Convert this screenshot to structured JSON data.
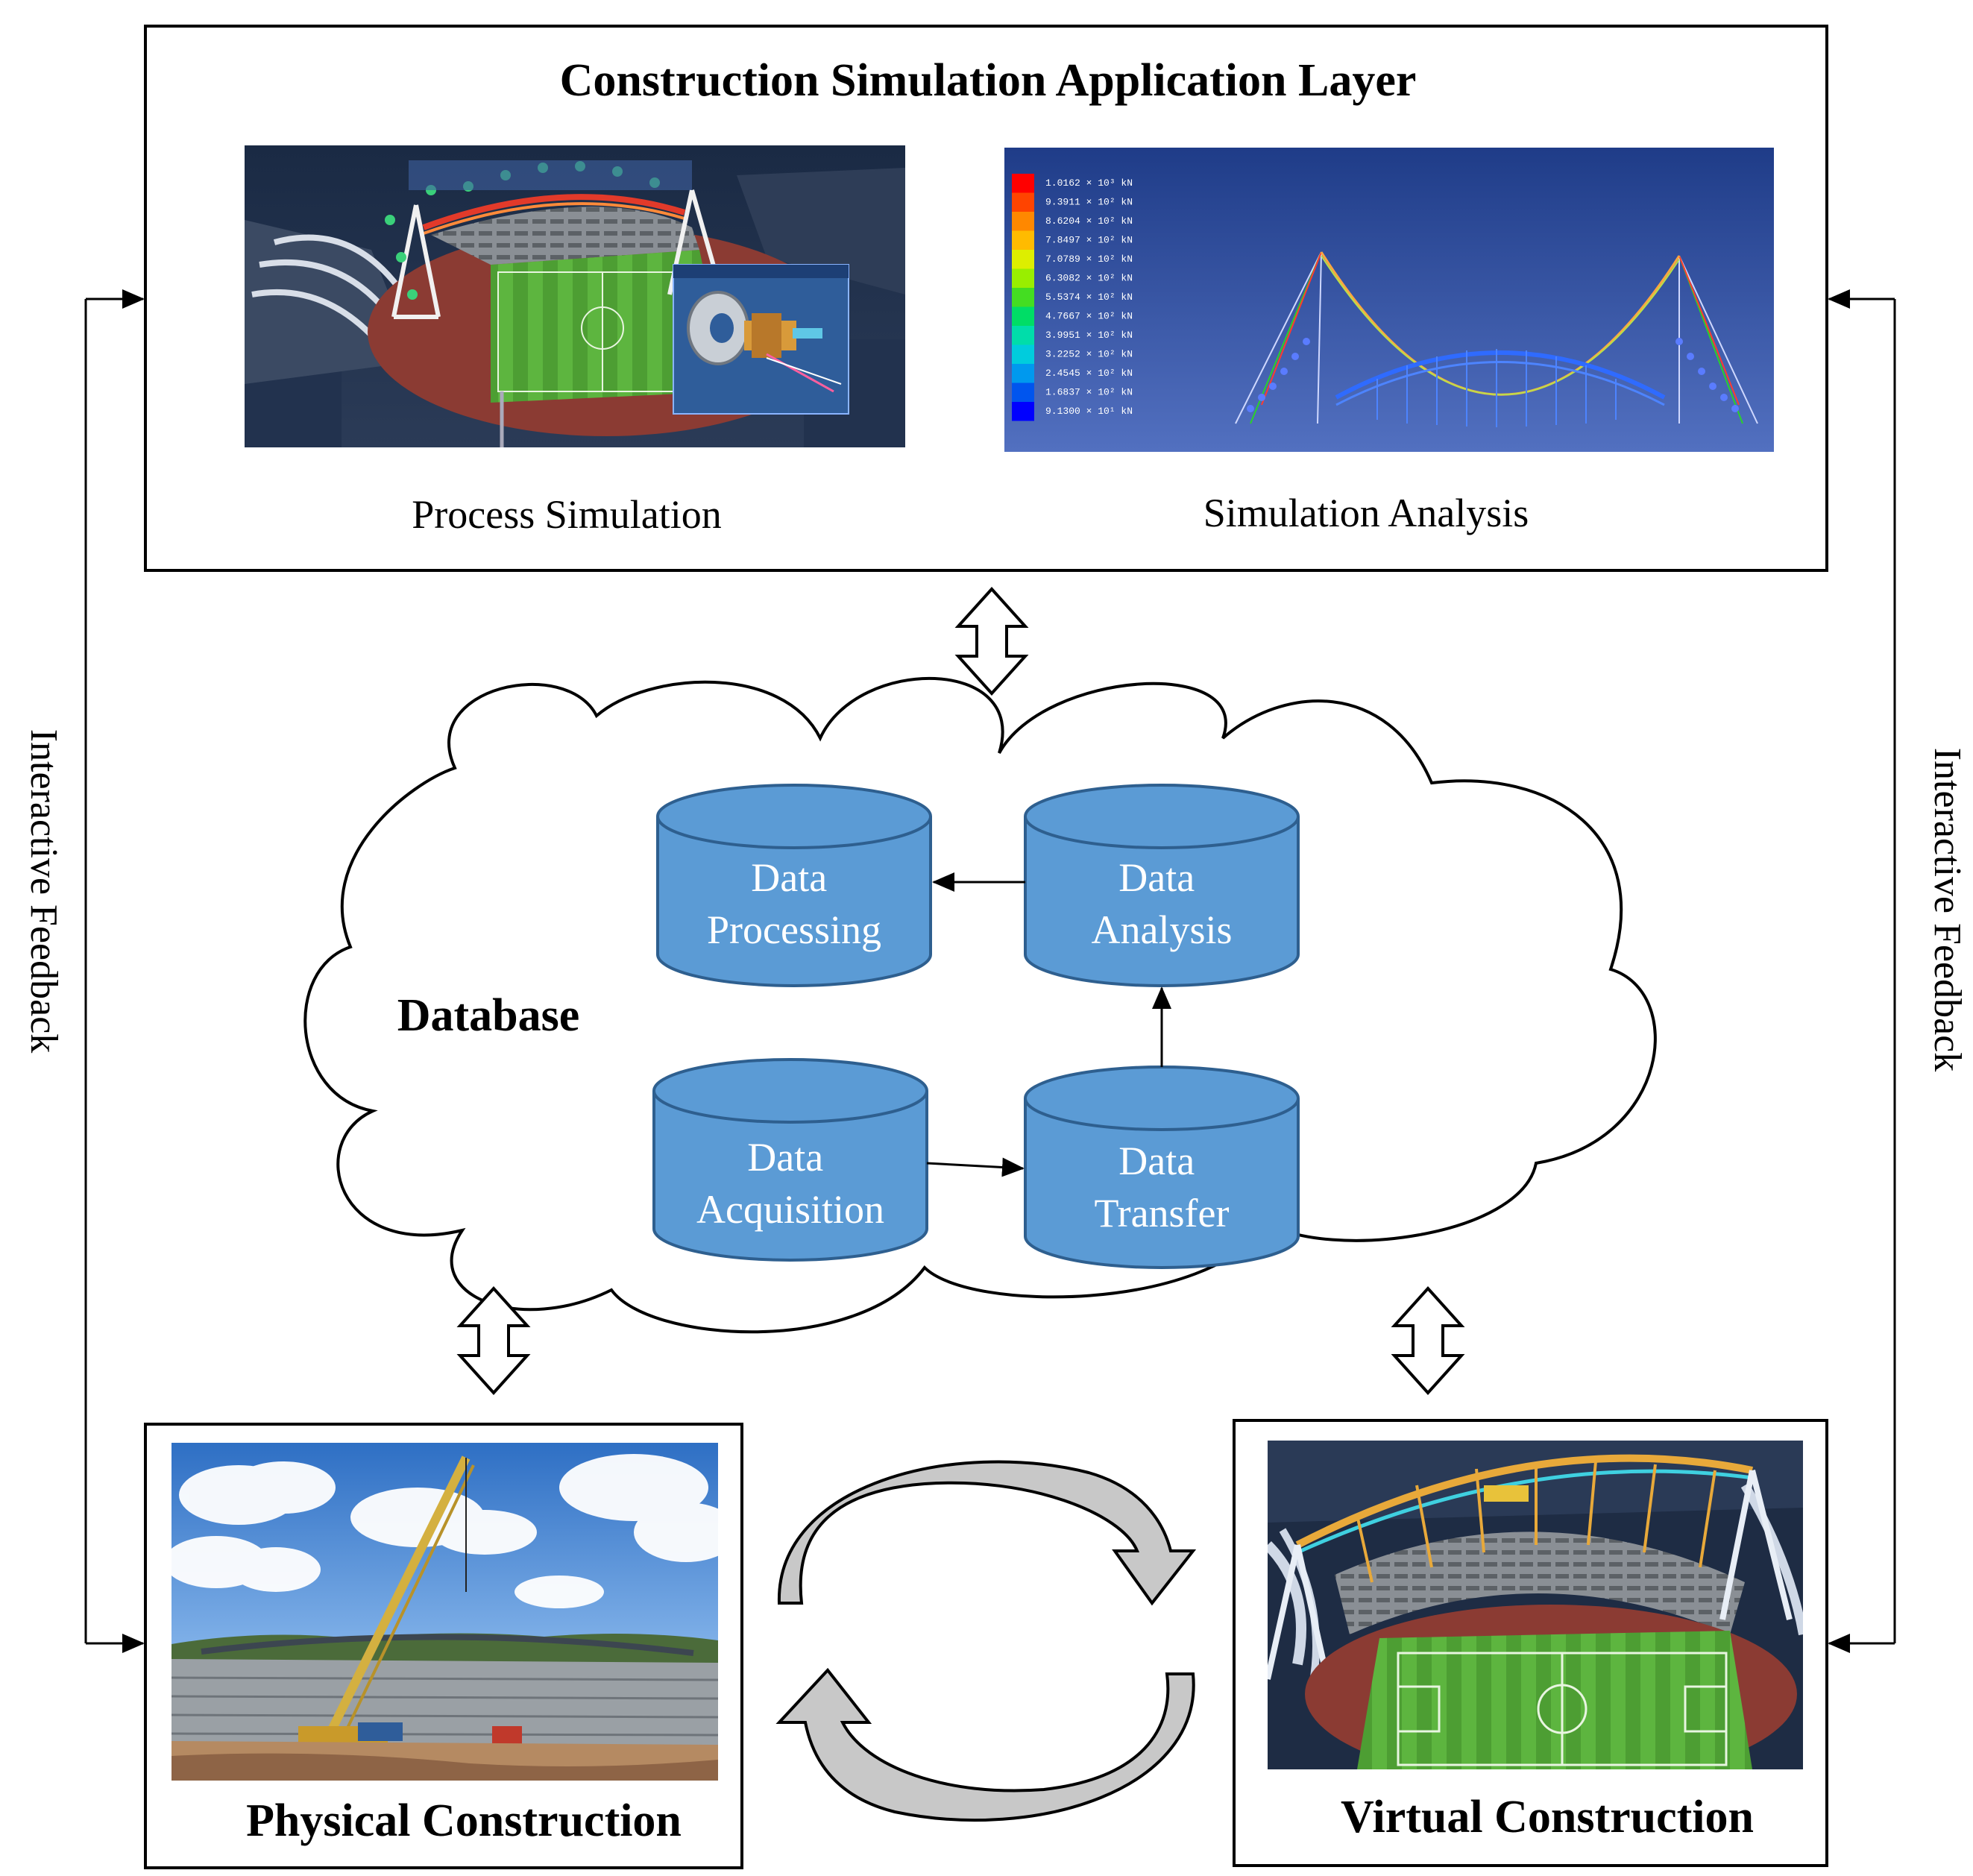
{
  "top_layer": {
    "title": "Construction Simulation Application Layer",
    "left_caption": "Process Simulation",
    "right_caption": "Simulation Analysis",
    "legend_values": [
      "1.0162 × 10³ kN",
      "9.3911 × 10² kN",
      "8.6204 × 10² kN",
      "7.8497 × 10² kN",
      "7.0789 × 10² kN",
      "6.3082 × 10² kN",
      "5.5374 × 10² kN",
      "4.7667 × 10² kN",
      "3.9951 × 10² kN",
      "3.2252 × 10² kN",
      "2.4545 × 10² kN",
      "1.6837 × 10² kN",
      "9.1300 × 10¹ kN"
    ],
    "legend_colors": [
      "#ff0000",
      "#ff4400",
      "#ff8800",
      "#ffbb00",
      "#ddee00",
      "#99ee00",
      "#44dd22",
      "#00dd66",
      "#00ddaa",
      "#00ccdd",
      "#0099ee",
      "#0055ee",
      "#0000ff"
    ]
  },
  "database": {
    "label": "Database",
    "cylinders": {
      "processing": [
        "Data",
        "Processing"
      ],
      "analysis": [
        "Data",
        "Analysis"
      ],
      "acquisition": [
        "Data",
        "Acquisition"
      ],
      "transfer": [
        "Data",
        "Transfer"
      ]
    },
    "cylinder_color": "#5b9bd5",
    "cylinder_edge": "#2e5f8f"
  },
  "feedback": {
    "left_label": "Interactive Feedback",
    "right_label": "Interactive Feedback"
  },
  "physical": {
    "caption": "Physical Construction"
  },
  "virtual": {
    "caption": "Virtual Construction"
  }
}
